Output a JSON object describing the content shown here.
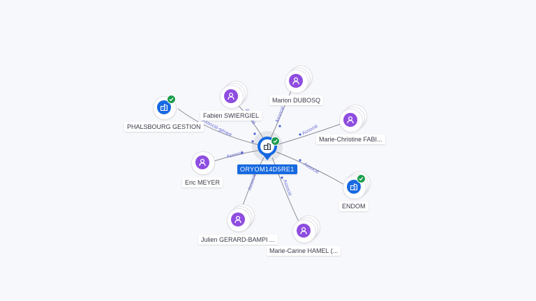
{
  "colors": {
    "person": "#8e4de0",
    "company": "#1669e0",
    "verified": "#1a9d4c",
    "edge": "#8d8d9c",
    "edge_label": "#6a6fd6"
  },
  "center": {
    "label": "ORYOM14D5RE1",
    "icon": "building-icon",
    "verified": true
  },
  "nodes": [
    {
      "id": "phalsbourg",
      "type": "company",
      "label": "PHALSBOURG GESTION",
      "icon": "building-icon",
      "verified": true,
      "stack": false
    },
    {
      "id": "swiergiel",
      "type": "person",
      "label": "Fabien SWIERGIEL",
      "icon": "person-icon",
      "verified": false,
      "stack": true
    },
    {
      "id": "dubosq",
      "type": "person",
      "label": "Marion DUBOSQ",
      "icon": "person-icon",
      "verified": false,
      "stack": true
    },
    {
      "id": "fabi",
      "type": "person",
      "label": "Marie-Christine FABI...",
      "icon": "person-icon",
      "verified": false,
      "stack": true
    },
    {
      "id": "endom",
      "type": "company",
      "label": "ENDOM",
      "icon": "building-icon",
      "verified": true,
      "stack": true
    },
    {
      "id": "hamel",
      "type": "person",
      "label": "Marie-Carine HAMEL (...",
      "icon": "person-icon",
      "verified": false,
      "stack": true
    },
    {
      "id": "bampi",
      "type": "person",
      "label": "Julien GERARD-BAMPI ...",
      "icon": "person-icon",
      "verified": false,
      "stack": true
    },
    {
      "id": "meyer",
      "type": "person",
      "label": "Eric MEYER",
      "icon": "person-icon",
      "verified": false,
      "stack": false
    }
  ],
  "edges": [
    {
      "to": "phalsbourg",
      "label": "Associé-gérant"
    },
    {
      "to": "swiergiel",
      "label": "Associé"
    },
    {
      "to": "dubosq",
      "label": "Associé"
    },
    {
      "to": "fabi",
      "label": "Associé"
    },
    {
      "to": "endom",
      "label": "Associé"
    },
    {
      "to": "hamel",
      "label": "Associé"
    },
    {
      "to": "bampi",
      "label": "Associé"
    },
    {
      "to": "meyer",
      "label": "Associé"
    }
  ]
}
